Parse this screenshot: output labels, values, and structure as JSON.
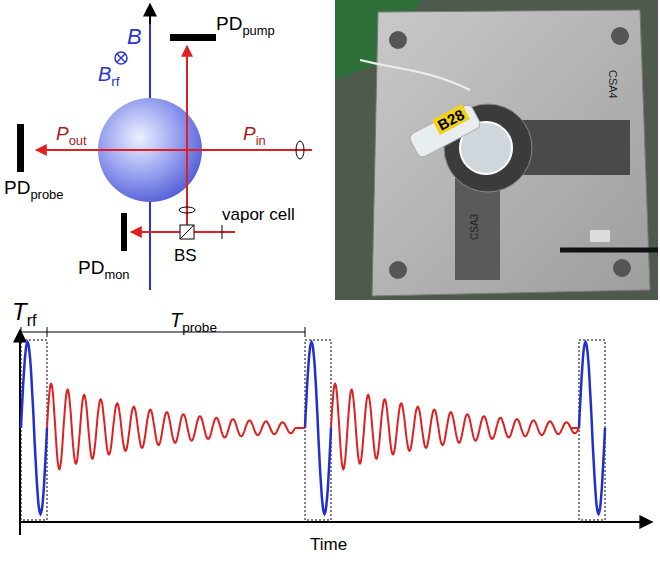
{
  "diagram": {
    "labels": [
      "B",
      "PD",
      "pump",
      "B",
      "rf",
      "P",
      "out",
      "P",
      "in",
      "PD",
      "probe",
      "vapor cell",
      "PD",
      "mon",
      "BS",
      "B28",
      "CSA4",
      "CSA3",
      "T",
      "rf",
      "T",
      "probe",
      "Time"
    ]
  }
}
